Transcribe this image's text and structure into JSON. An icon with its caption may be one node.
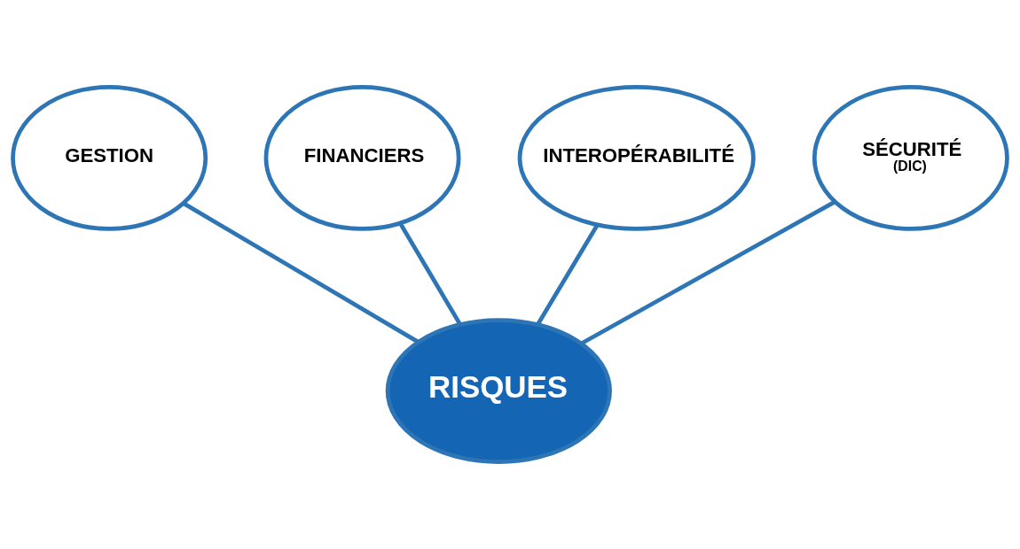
{
  "diagram": {
    "nodes": [
      {
        "text": [
          "FINANCIERS"
        ]
      },
      {
        "text": [
          "INTEROPÉRABILITÉ"
        ]
      },
      {
        "text": [
          "GESTION"
        ]
      },
      {
        "text": [
          "SÉCURITÉ",
          "(DIC)"
        ]
      },
      {
        "text": [
          "RISQUES"
        ]
      }
    ],
    "edges": [
      {
        "from": 4,
        "to": 2,
        "arrow": "none"
      },
      {
        "from": 4,
        "to": 0,
        "arrow": "none"
      },
      {
        "from": 4,
        "to": 1,
        "arrow": "none"
      },
      {
        "from": 4,
        "to": 3,
        "arrow": "none"
      }
    ]
  }
}
